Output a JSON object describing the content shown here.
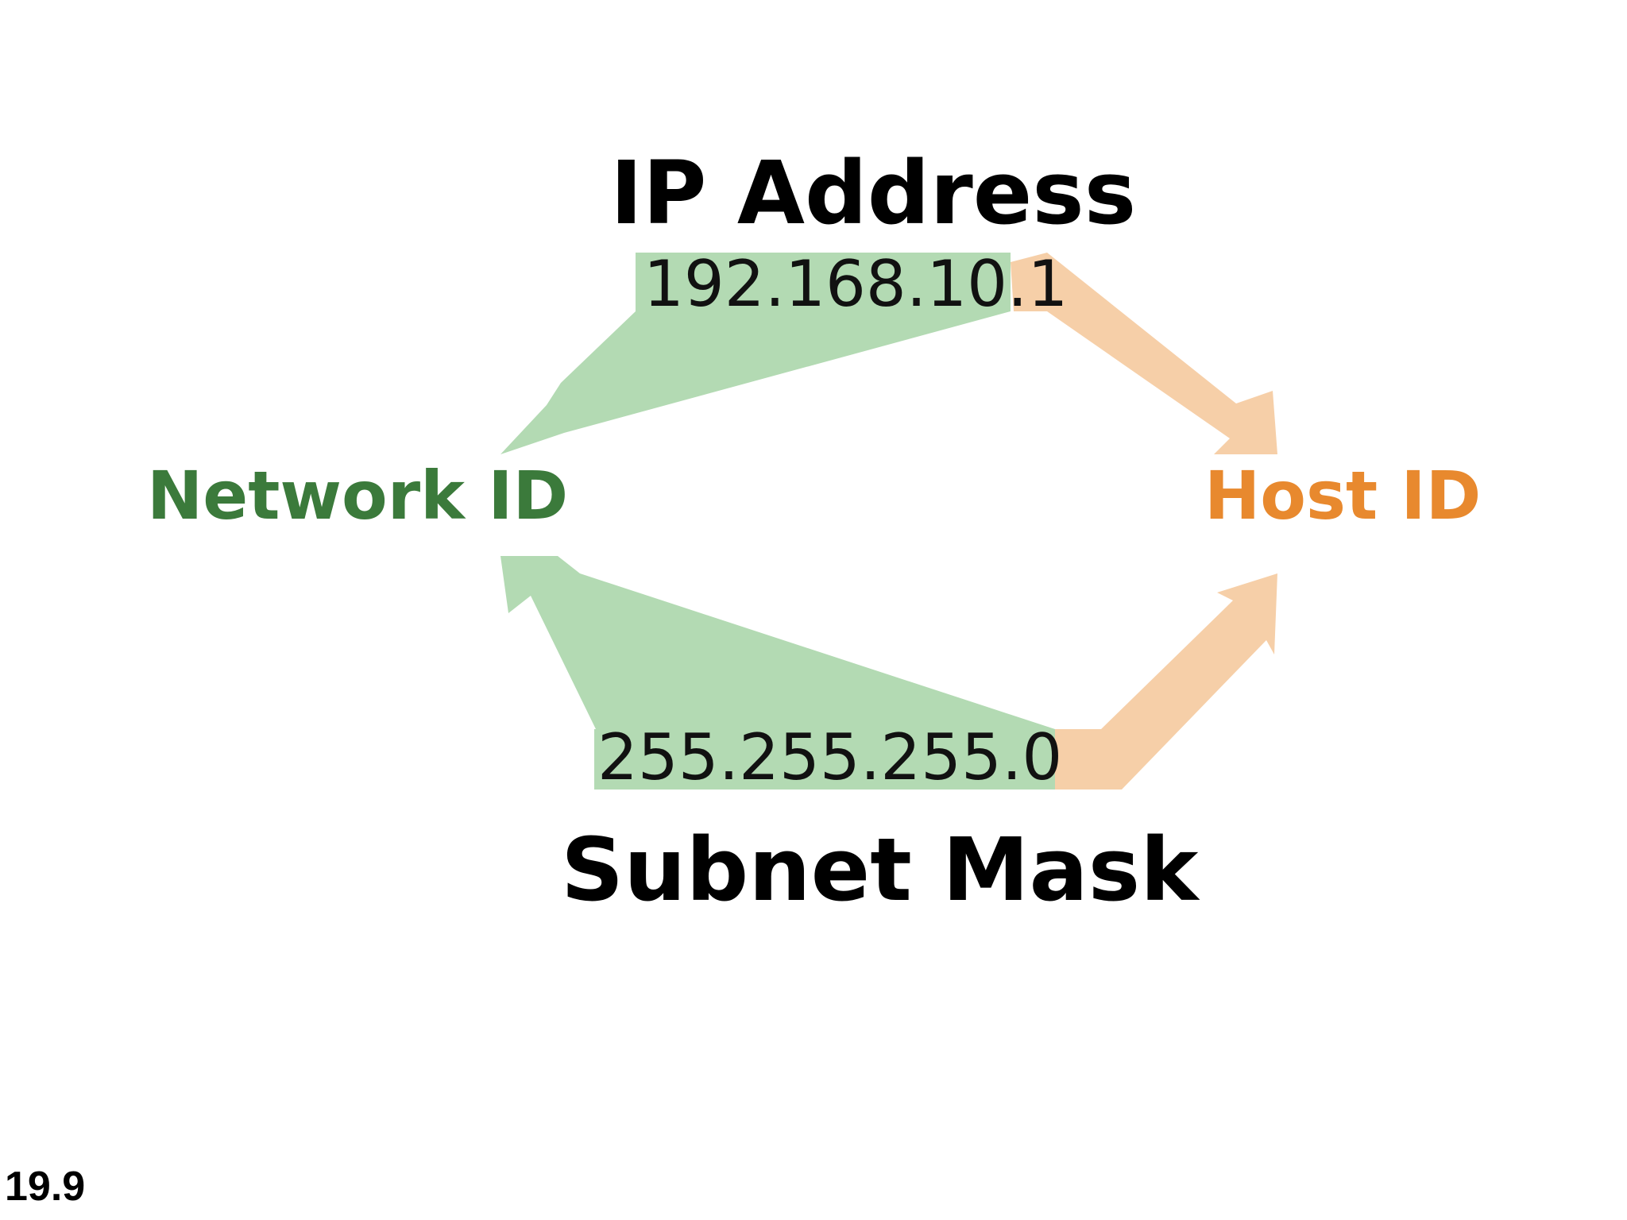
{
  "diagram": {
    "title_top": "IP Address",
    "title_bottom": "Subnet Mask",
    "left_label": "Network ID",
    "right_label": "Host ID",
    "ip_address": {
      "network_part": "192.168.10",
      "separator": ".",
      "host_part": "1"
    },
    "subnet_mask": {
      "network_part": "255.255.255",
      "separator": ".",
      "host_part": "0"
    }
  },
  "figure_number": "19.9",
  "colors": {
    "network_arrow": "#b3dab3",
    "host_arrow": "#f6cfa8",
    "network_text": "#3b7a3b",
    "host_text": "#e8892e"
  }
}
